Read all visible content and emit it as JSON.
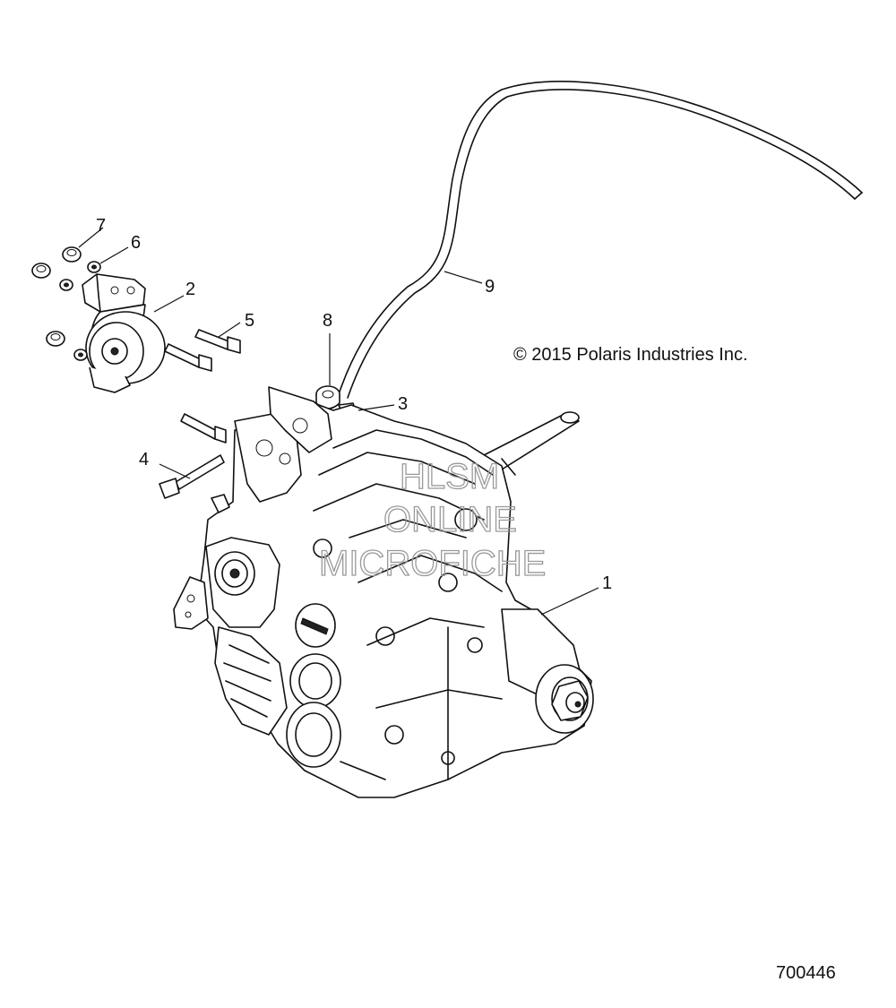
{
  "diagram": {
    "copyright": "© 2015 Polaris Industries Inc.",
    "document_number": "700446",
    "watermark": [
      "HLSM",
      "ONLINE",
      "MICROFICHE"
    ],
    "callouts": {
      "c1": "1",
      "c2": "2",
      "c3": "3",
      "c4": "4",
      "c5": "5",
      "c6": "6",
      "c7": "7",
      "c8": "8",
      "c9": "9"
    }
  }
}
